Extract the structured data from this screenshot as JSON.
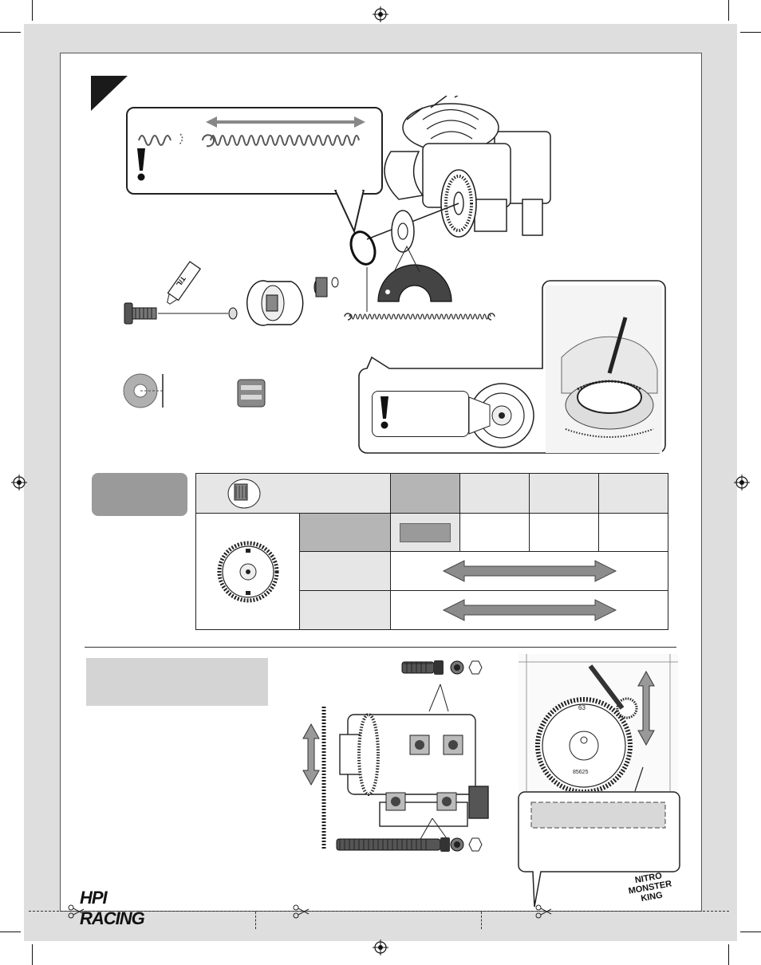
{
  "step_callout": {
    "spring_label": "",
    "note_text": ""
  },
  "inset_callout": {
    "warning_text": ""
  },
  "gear_table": {
    "header": {
      "pinion_label": "",
      "columns": [
        "",
        "",
        "",
        ""
      ]
    },
    "rows": [
      {
        "label": "",
        "values": [
          "",
          "",
          "",
          ""
        ]
      },
      {
        "label": "",
        "values": [
          ""
        ]
      },
      {
        "label": "",
        "values": [
          ""
        ]
      }
    ]
  },
  "mesh_section": {
    "title": "",
    "spur_gear_teeth": "63",
    "spur_gear_part_no": "85625"
  },
  "brand": {
    "left_logo": "HPI RACING",
    "right_logo": "NITRO MONSTER KING"
  },
  "colors": {
    "sheet": "#dedede",
    "step_flag": "#1a1a1a",
    "gray_box": "#9a9a9a",
    "arrow": "#8c8c8c"
  }
}
